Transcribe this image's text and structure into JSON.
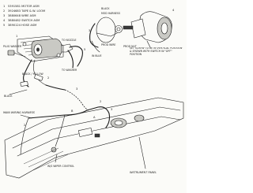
{
  "parts_list": [
    {
      "num": "1",
      "text": "5391581 MOTOR ASM"
    },
    {
      "num": "2",
      "text": "3924683 TAPE & W. LOOM"
    },
    {
      "num": "3",
      "text": "3880648 WIRE ASM"
    },
    {
      "num": "4",
      "text": "3880482 SWITCH ASM"
    },
    {
      "num": "5",
      "text": "3890124 HOSE ASM"
    }
  ],
  "labels": {
    "plug_washer": "PLUG WASHER",
    "to_nozzle": "TO NOZZLE",
    "to_washer": "TO WASHER",
    "black_yellow": "BLACK / YELLOW",
    "black": "BLACK",
    "mod_harness": "MOD HARNESS",
    "black_top": "BLACK",
    "prod_wire": "PROD WIRE",
    "in_blue": "IN BLUE",
    "prod_nut": "PROD NUT",
    "set_screw_note": "SET SCREW TO BE IN VERTICAL POSITION & SHOWN WITH SWITCH IN \"OFF\" POSITION",
    "main_wiring_harness": "MAIN WIRING HARNESS",
    "wiper_control": "W/S WIPER CONTROL",
    "instrument_panel": "INSTRUMENT PANEL"
  },
  "callouts": {
    "c_motor": "1",
    "c_hose": "5",
    "c_loom": "2",
    "c_switch": "4",
    "c_wire_top": "3",
    "c_wire_mid": "3",
    "c_panel_top": "2",
    "c_panel_left": "2",
    "c_panel_mid": "3",
    "c_view": "A",
    "c_view_b": "B"
  },
  "colors": {
    "line": "#1c1c1c",
    "paper": "#fbfbf8",
    "shade": "#c9c9c4"
  }
}
